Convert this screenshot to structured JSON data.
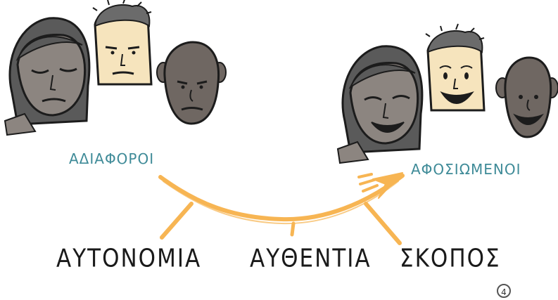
{
  "groups": {
    "disengaged": {
      "label": "ΑΔΙΑΦΟΡΟΙ"
    },
    "engaged": {
      "label": "ΑΦΟΣΙΩΜΕΝΟΙ"
    }
  },
  "concepts": [
    {
      "id": "autonomy",
      "label": "ΑΥΤΟΝΟΜΙΑ"
    },
    {
      "id": "authenticity",
      "label": "ΑΥΘΕΝΤΙΑ"
    },
    {
      "id": "purpose",
      "label": "ΣΚΟΠΟΣ"
    }
  ],
  "page": {
    "number": "4"
  },
  "colors": {
    "arrow": "#f7b553",
    "label_teal": "#3f8b98",
    "skin_grey": "#8c8580",
    "skin_light": "#f6e4bd",
    "skin_dark": "#6f6762",
    "hair": "#5a5a5a",
    "outline": "#1c1c1c"
  },
  "icons": [
    "woman-face-icon",
    "man-light-face-icon",
    "man-bald-face-icon"
  ]
}
